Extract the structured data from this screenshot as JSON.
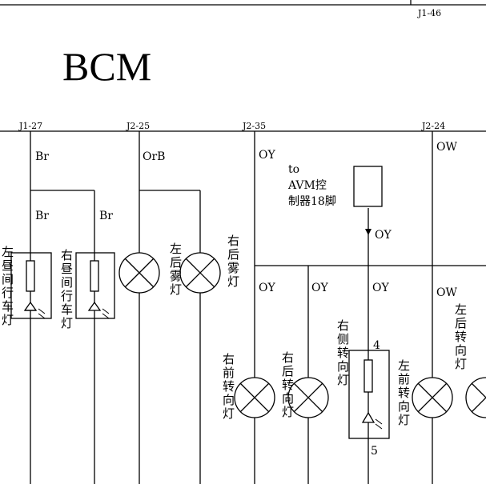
{
  "module": {
    "title": "BCM"
  },
  "pins": {
    "top_right": "J1-46",
    "p1": "J1-27",
    "p2": "J2-25",
    "p3": "J2-35",
    "p4": "J2-24"
  },
  "wires": {
    "br_top": "Br",
    "orb_top": "OrB",
    "oy_top": "OY",
    "ow_top": "OW",
    "br_left": "Br",
    "br_right": "Br",
    "oy_avm": "OY",
    "oy_a": "OY",
    "oy_b": "OY",
    "oy_c": "OY",
    "ow_lower": "OW"
  },
  "avm": {
    "line1": "to",
    "line2": "AVM控",
    "line3": "制器18脚"
  },
  "components": {
    "left_drl": "左昼间行车灯",
    "right_drl": "右昼间行车灯",
    "left_rear_fog": "左后雾灯",
    "right_rear_fog": "右后雾灯",
    "right_front_turn": "右前转向灯",
    "right_rear_turn": "右后转向灯",
    "right_side_turn": "右侧转向灯",
    "left_front_turn": "左前转向灯",
    "left_rear_turn": "左后转向灯"
  },
  "pin_numbers": {
    "top": "4",
    "bottom": "5"
  }
}
